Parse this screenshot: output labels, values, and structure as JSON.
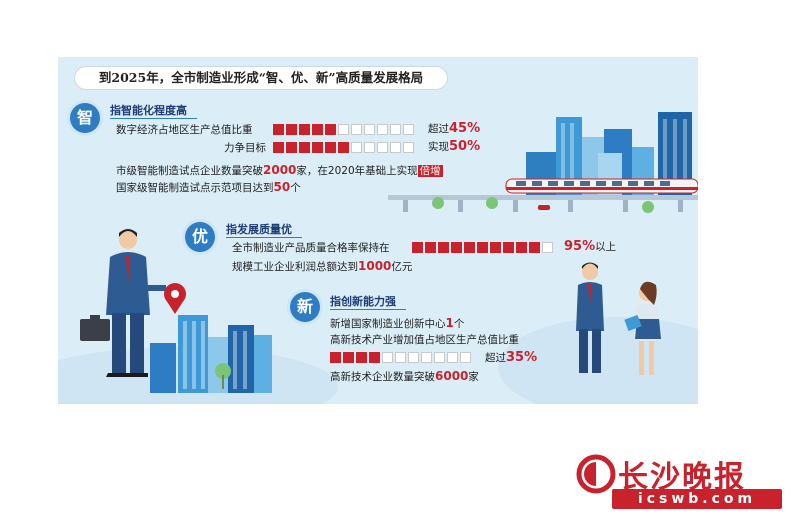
{
  "title": "到2025年，全市制造业形成“智、优、新”高质量发展格局",
  "sections": {
    "zhi": {
      "badge": "智",
      "heading": "指智能化程度高",
      "row1_label": "数字经济占地区生产总值比重",
      "row1_prefix": "超过",
      "row1_value": "45%",
      "row1_fill": 0.45,
      "row2_label": "力争目标",
      "row2_prefix": "实现",
      "row2_value": "50%",
      "row2_fill": 0.5,
      "line3_a": "市级智能制造试点企业数量突破",
      "line3_num": "2000",
      "line3_b": "家，在2020年基础上实现",
      "line3_tag": "倍增",
      "line4_a": "国家级智能制造试点示范项目达到",
      "line4_num": "50",
      "line4_b": "个"
    },
    "you": {
      "badge": "优",
      "heading": "指发展质量优",
      "line1_a": "全市制造业产品质量合格率保持在",
      "line1_value": "95%",
      "line1_suffix": "以上",
      "line1_fill": 0.95,
      "line2_a": "规模工业企业利润总额达到",
      "line2_num": "1000",
      "line2_b": "亿元"
    },
    "xin": {
      "badge": "新",
      "heading": "指创新能力强",
      "line1_a": "新增国家制造业创新中心",
      "line1_num": "1",
      "line1_b": "个",
      "line2": "高新技术产业增加值占地区生产总值比重",
      "line3_prefix": "超过",
      "line3_value": "35%",
      "line3_fill": 0.35,
      "line4_a": "高新技术企业数量突破",
      "line4_num": "6000",
      "line4_b": "家"
    }
  },
  "logo": {
    "name": "长沙晚报",
    "url": "icswb.com"
  },
  "colors": {
    "accent_red": "#c8232c",
    "accent_blue": "#2d7cc4",
    "panel_bg": "#dbedf7"
  }
}
